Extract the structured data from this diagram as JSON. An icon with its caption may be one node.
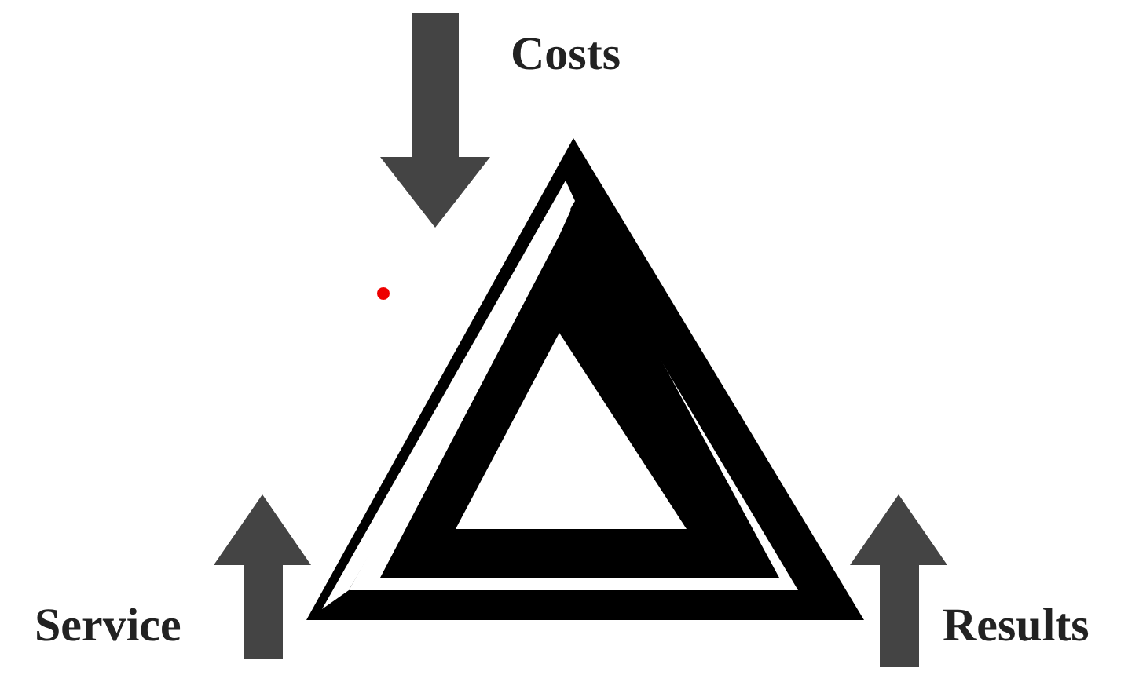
{
  "diagram": {
    "labels": [
      "Costs",
      "Service",
      "Results"
    ]
  }
}
